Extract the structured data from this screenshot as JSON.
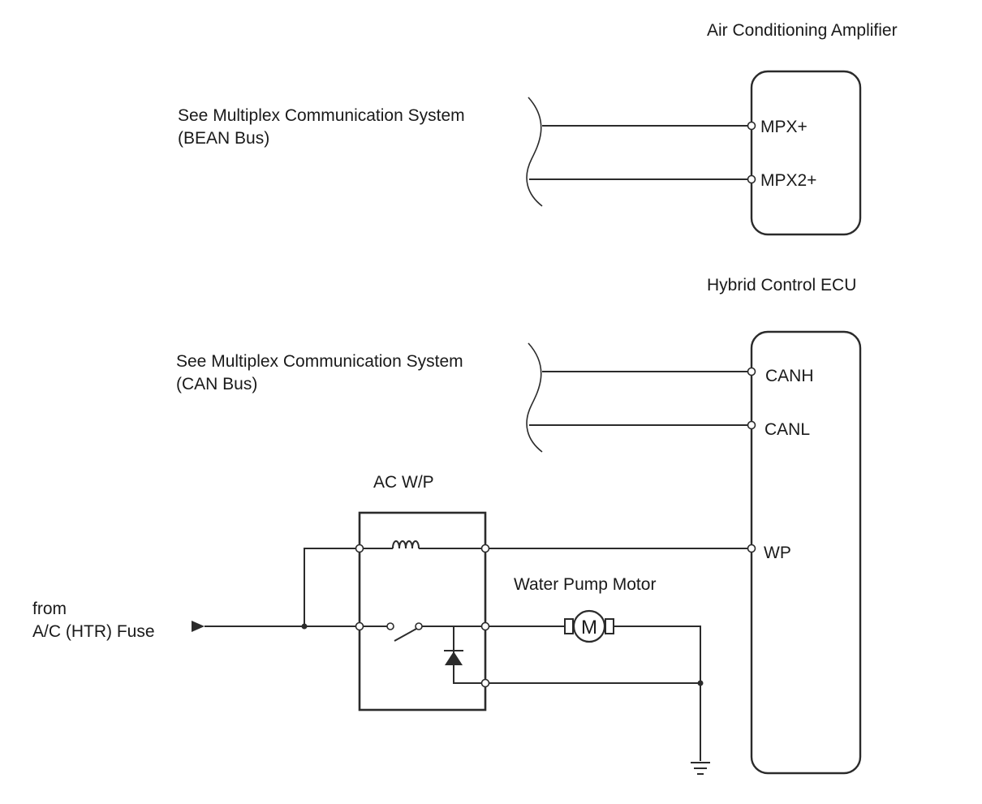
{
  "components": {
    "ac_amplifier": {
      "title": "Air Conditioning Amplifier",
      "pins": [
        "MPX+",
        "MPX2+"
      ]
    },
    "hybrid_ecu": {
      "title": "Hybrid Control ECU",
      "pins": [
        "CANH",
        "CANL",
        "WP"
      ]
    },
    "relay": {
      "title": "AC W/P"
    },
    "motor": {
      "title": "Water Pump Motor",
      "symbol": "M"
    }
  },
  "references": {
    "bean": {
      "line1": "See Multiplex Communication System",
      "line2": "(BEAN Bus)"
    },
    "can": {
      "line1": "See Multiplex Communication System",
      "line2": "(CAN Bus)"
    }
  },
  "source": {
    "line1": "from",
    "line2": "A/C (HTR) Fuse"
  },
  "colors": {
    "line": "#2b2b2b",
    "text": "#1a1a1a",
    "background": "#ffffff"
  }
}
